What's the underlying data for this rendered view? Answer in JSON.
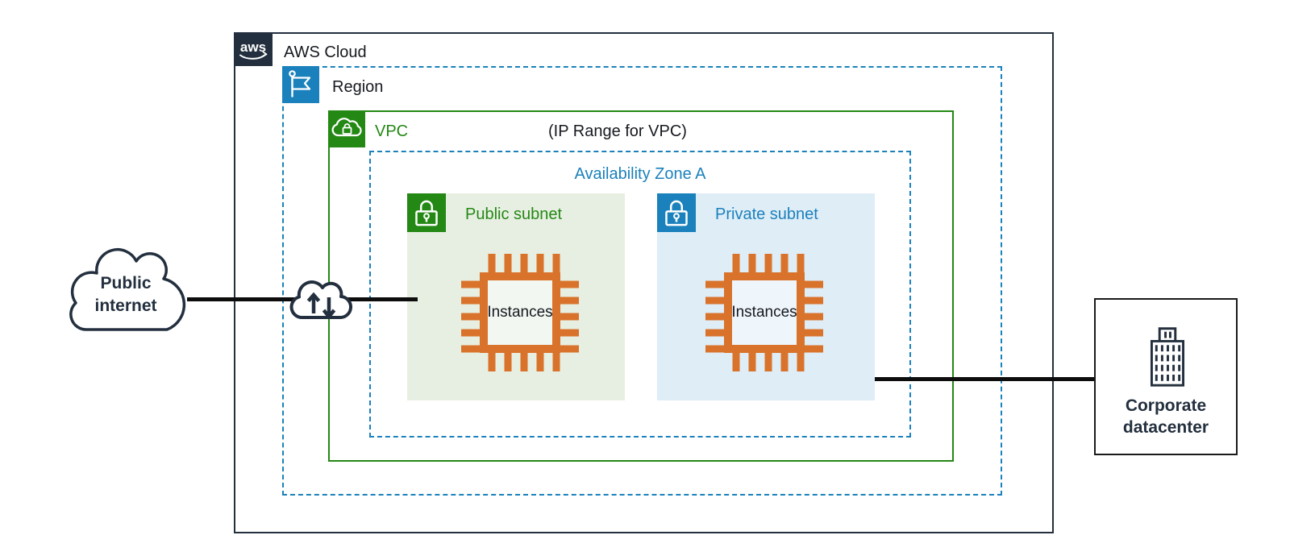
{
  "colors": {
    "navy": "#232F3E",
    "blue": "#1B81BC",
    "green": "#248814",
    "orange": "#D9732B",
    "public_subnet_bg": "#E7EFE2",
    "private_subnet_bg": "#DFEDF7",
    "connector": "#0D0D0D"
  },
  "aws_cloud": {
    "label": "AWS Cloud",
    "logo_text": "aws"
  },
  "region": {
    "label": "Region"
  },
  "vpc": {
    "label": "VPC",
    "ip_range_label": "(IP Range for VPC)"
  },
  "availability_zone": {
    "label": "Availability Zone A"
  },
  "public_subnet": {
    "label": "Public subnet",
    "instances_label": "Instances"
  },
  "private_subnet": {
    "label": "Private subnet",
    "instances_label": "Instances"
  },
  "public_internet": {
    "label_line1": "Public",
    "label_line2": "internet"
  },
  "corporate_datacenter": {
    "label_line1": "Corporate",
    "label_line2": "datacenter"
  }
}
